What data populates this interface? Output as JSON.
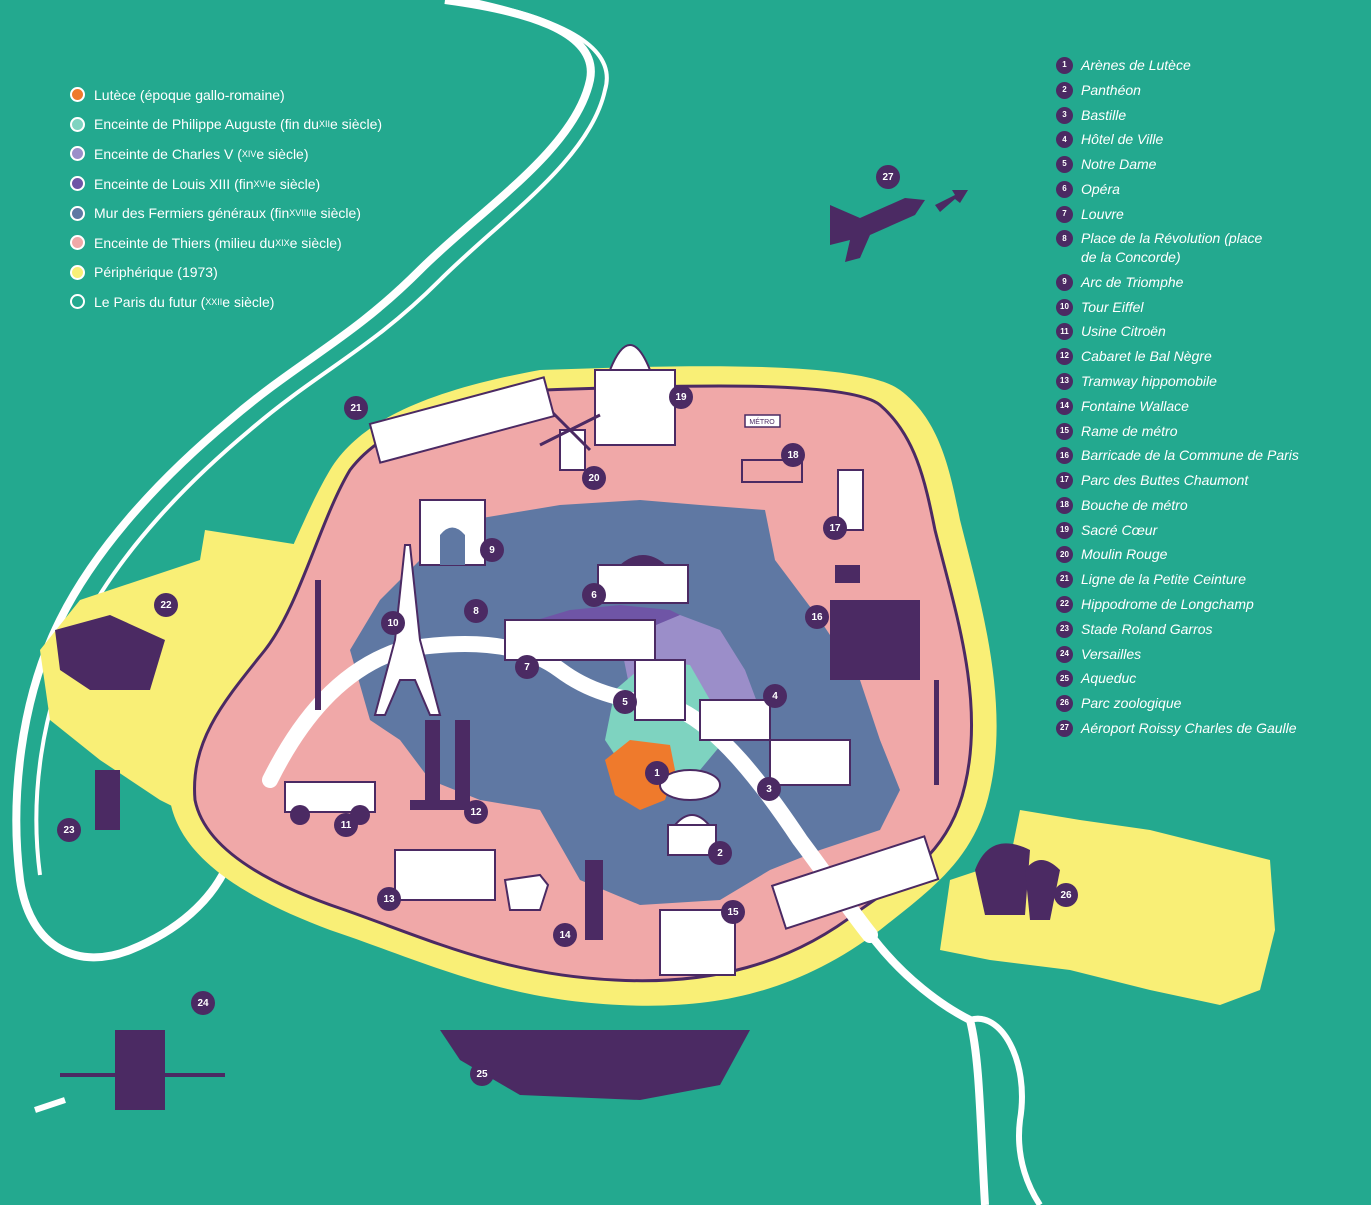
{
  "colors": {
    "background": "#23a98f",
    "lutece": "#ef7a2c",
    "philippe_auguste": "#7ed3c0",
    "charles_v": "#9b8ec9",
    "louis_xiii": "#6f55a6",
    "fermiers_generaux": "#5f78a3",
    "thiers": "#f0a8a8",
    "peripherique": "#f9ef76",
    "futur": "#ffffff",
    "marker": "#4b2a63",
    "river": "#ffffff"
  },
  "legend": [
    {
      "label": "Lutèce (époque gallo-romaine)",
      "sup": "",
      "suffix": "",
      "color": "#ef7a2c",
      "icon": "filled-dot-icon"
    },
    {
      "label": "Enceinte de Philippe Auguste (fin du ",
      "sup": "XII",
      "suffix": "e siècle)",
      "color": "#7ed3c0",
      "icon": "filled-dot-icon"
    },
    {
      "label": "Enceinte de Charles V (",
      "sup": "XIV",
      "suffix": "e siècle)",
      "color": "#9b8ec9",
      "icon": "filled-dot-icon"
    },
    {
      "label": "Enceinte de Louis XIII (fin ",
      "sup": "XVI",
      "suffix": "e siècle)",
      "color": "#6f55a6",
      "icon": "filled-dot-icon"
    },
    {
      "label": "Mur des Fermiers généraux (fin ",
      "sup": "XVIII",
      "suffix": "e siècle)",
      "color": "#5f78a3",
      "icon": "filled-dot-icon"
    },
    {
      "label": "Enceinte de Thiers (milieu du ",
      "sup": "XIX",
      "suffix": "e siècle)",
      "color": "#f0a8a8",
      "icon": "filled-dot-icon"
    },
    {
      "label": "Périphérique (1973)",
      "sup": "",
      "suffix": "",
      "color": "#f9ef76",
      "icon": "filled-dot-icon"
    },
    {
      "label": "Le Paris du futur (",
      "sup": "XXII",
      "suffix": "e siècle)",
      "color": "#23a98f",
      "icon": "hollow-dot-icon"
    }
  ],
  "index": [
    {
      "num": "1",
      "label": "Arènes de Lutèce"
    },
    {
      "num": "2",
      "label": "Panthéon"
    },
    {
      "num": "3",
      "label": "Bastille"
    },
    {
      "num": "4",
      "label": "Hôtel de Ville"
    },
    {
      "num": "5",
      "label": "Notre Dame"
    },
    {
      "num": "6",
      "label": "Opéra"
    },
    {
      "num": "7",
      "label": "Louvre"
    },
    {
      "num": "8",
      "label": "Place de la Révolution (place\nde la Concorde)"
    },
    {
      "num": "9",
      "label": "Arc de Triomphe"
    },
    {
      "num": "10",
      "label": "Tour Eiffel"
    },
    {
      "num": "11",
      "label": "Usine Citroën"
    },
    {
      "num": "12",
      "label": "Cabaret le Bal Nègre"
    },
    {
      "num": "13",
      "label": "Tramway hippomobile"
    },
    {
      "num": "14",
      "label": "Fontaine Wallace"
    },
    {
      "num": "15",
      "label": "Rame de métro"
    },
    {
      "num": "16",
      "label": "Barricade de la Commune de Paris"
    },
    {
      "num": "17",
      "label": "Parc des Buttes Chaumont"
    },
    {
      "num": "18",
      "label": "Bouche de métro"
    },
    {
      "num": "19",
      "label": "Sacré Cœur"
    },
    {
      "num": "20",
      "label": "Moulin Rouge"
    },
    {
      "num": "21",
      "label": "Ligne de la Petite Ceinture"
    },
    {
      "num": "22",
      "label": "Hippodrome de Longchamp"
    },
    {
      "num": "23",
      "label": "Stade Roland Garros"
    },
    {
      "num": "24",
      "label": "Versailles"
    },
    {
      "num": "25",
      "label": "Aqueduc"
    },
    {
      "num": "26",
      "label": "Parc zoologique"
    },
    {
      "num": "27",
      "label": "Aéroport Roissy Charles de Gaulle"
    }
  ],
  "map_markers": [
    {
      "num": "1",
      "icon": "arenes-icon"
    },
    {
      "num": "2",
      "icon": "pantheon-icon"
    },
    {
      "num": "3",
      "icon": "bastille-icon"
    },
    {
      "num": "4",
      "icon": "hotel-de-ville-icon"
    },
    {
      "num": "5",
      "icon": "notre-dame-icon"
    },
    {
      "num": "6",
      "icon": "opera-icon"
    },
    {
      "num": "7",
      "icon": "louvre-icon"
    },
    {
      "num": "8",
      "icon": "guillotine-icon"
    },
    {
      "num": "9",
      "icon": "arc-de-triomphe-icon"
    },
    {
      "num": "10",
      "icon": "eiffel-tower-icon"
    },
    {
      "num": "11",
      "icon": "vintage-car-icon"
    },
    {
      "num": "12",
      "icon": "jazz-musicians-icon"
    },
    {
      "num": "13",
      "icon": "horse-tram-icon"
    },
    {
      "num": "14",
      "icon": "wallace-fountain-icon"
    },
    {
      "num": "15",
      "icon": "metro-train-icon"
    },
    {
      "num": "16",
      "icon": "barricade-icon"
    },
    {
      "num": "17",
      "icon": "belvedere-icon"
    },
    {
      "num": "18",
      "icon": "metro-entrance-icon"
    },
    {
      "num": "19",
      "icon": "sacre-coeur-icon"
    },
    {
      "num": "20",
      "icon": "windmill-icon"
    },
    {
      "num": "21",
      "icon": "steam-train-icon"
    },
    {
      "num": "22",
      "icon": "racehorses-icon"
    },
    {
      "num": "23",
      "icon": "tennis-player-icon"
    },
    {
      "num": "24",
      "icon": "sedan-chair-icon"
    },
    {
      "num": "25",
      "icon": "aqueduct-icon"
    },
    {
      "num": "26",
      "icon": "elephant-bear-icon"
    },
    {
      "num": "27",
      "icon": "airplane-icon"
    }
  ],
  "metro_sign": "MÉTRO"
}
